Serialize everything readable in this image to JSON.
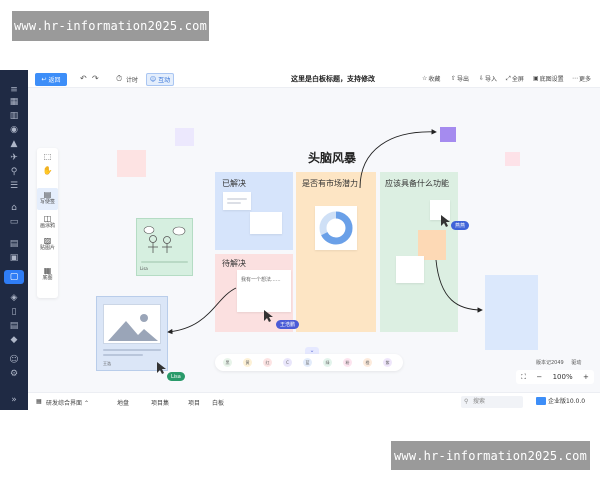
{
  "watermark": {
    "text": "www.hr-information2025.com"
  },
  "toolbar": {
    "back_label": "返回",
    "timer_label": "计时",
    "interact_label": "互动",
    "board_title": "这里是白板标题，支持修改",
    "right_items": [
      {
        "icon": "star-icon",
        "label": "收藏"
      },
      {
        "icon": "export-icon",
        "label": "导出"
      },
      {
        "icon": "import-icon",
        "label": "导入"
      },
      {
        "icon": "fullscreen-icon",
        "label": "全屏"
      },
      {
        "icon": "board-settings-icon",
        "label": "底图设置"
      },
      {
        "icon": "more-icon",
        "label": "更多"
      }
    ]
  },
  "tools": [
    {
      "icon": "select-icon",
      "label": ""
    },
    {
      "icon": "hand-icon",
      "label": ""
    },
    {
      "icon": "sticky-note-icon",
      "label": "写便签"
    },
    {
      "icon": "shape-icon",
      "label": "画涂鸦"
    },
    {
      "icon": "image-icon",
      "label": "贴图片"
    },
    {
      "icon": "template-icon",
      "label": "底图"
    }
  ],
  "canvas": {
    "headline": "头脑风暴",
    "columns": [
      {
        "title": "已解决",
        "color": "#d6e4fb"
      },
      {
        "title": "待解决",
        "color": "#fbe0e0"
      },
      {
        "title": "是否有市场潜力",
        "color": "#fde5c4"
      },
      {
        "title": "应该具备什么功能",
        "color": "#dcefe2"
      }
    ],
    "note_text": "我有一个想法......",
    "tags": [
      {
        "label": "王浩鹏",
        "color": "#4b5bd6"
      },
      {
        "label": "燕燕",
        "color": "#3f63d8"
      },
      {
        "label": "Lisa",
        "color": "#2a9a6a"
      }
    ],
    "illustration_caption": "Lisa",
    "image_caption": "王浩"
  },
  "palette": {
    "swatches": [
      {
        "label": "黑",
        "color": "#e8f4ea"
      },
      {
        "label": "黄",
        "color": "#fdf1d6"
      },
      {
        "label": "红",
        "color": "#fde4e4"
      },
      {
        "label": "C",
        "color": "#e9e6fb"
      },
      {
        "label": "蓝",
        "color": "#e3ecfb"
      },
      {
        "label": "绿",
        "color": "#e3f4ec"
      },
      {
        "label": "粉",
        "color": "#fde4ef"
      },
      {
        "label": "橙",
        "color": "#fdebdc"
      },
      {
        "label": "紫",
        "color": "#efe6fb"
      }
    ]
  },
  "zoom": {
    "value": "100%",
    "minus": "−",
    "plus": "+"
  },
  "version": {
    "label": "版本记2049",
    "action": "驱动"
  },
  "bottombar": {
    "workspace": "研发综合界面",
    "nav": [
      "地盘",
      "项目集",
      "项目",
      "白板"
    ],
    "search_placeholder": "搜索",
    "edition": "企业版10.0.0"
  }
}
